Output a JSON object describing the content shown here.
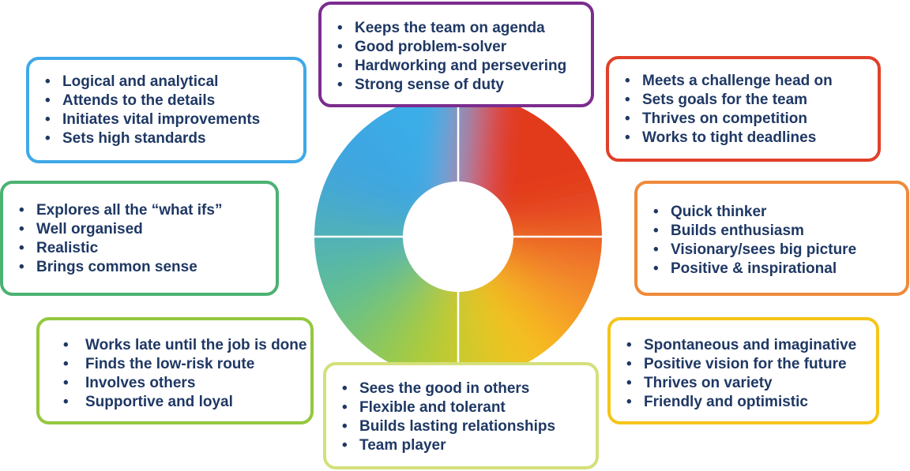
{
  "wheel": {
    "colors": {
      "top_blue": "#38b0ea",
      "top_red": "#e23a1f",
      "right_orange": "#f3862d",
      "bottom_yellow": "#f8c51c",
      "bottom_lime": "#a7cc3a",
      "left_green": "#62c08d",
      "left_blue": "#3fa3e0",
      "divider": "#ffffff"
    }
  },
  "boxes": {
    "top": {
      "items": [
        "Keeps the team on agenda",
        "Good problem-solver",
        "Hardworking and persevering",
        "Strong sense of duty"
      ],
      "color": "#7b2d8e"
    },
    "blue": {
      "items": [
        "Logical and analytical",
        "Attends to the details",
        "Initiates vital improvements",
        "Sets high standards"
      ],
      "color": "#3fa9e8"
    },
    "red": {
      "items": [
        "Meets a challenge head on",
        "Sets goals for the team",
        "Thrives on competition",
        "Works to tight deadlines"
      ],
      "color": "#e0402a"
    },
    "green": {
      "items": [
        "Explores all the “what ifs”",
        "Well organised",
        "Realistic",
        "Brings common sense"
      ],
      "color": "#4bb272"
    },
    "orange": {
      "items": [
        "Quick thinker",
        "Builds enthusiasm",
        "Visionary/sees big picture",
        "Positive & inspirational"
      ],
      "color": "#ef8a3b"
    },
    "lime": {
      "items": [
        "Works late until the job is done",
        "Finds the low-risk route",
        "Involves others",
        "Supportive and loyal"
      ],
      "color": "#94c83e"
    },
    "yellow": {
      "items": [
        "Spontaneous and imaginative",
        "Positive vision for the future",
        "Thrives on variety",
        "Friendly and optimistic"
      ],
      "color": "#f5c518"
    },
    "bottom": {
      "items": [
        "Sees the good in others",
        "Flexible and tolerant",
        "Builds lasting relationships",
        "Team player"
      ],
      "color": "#d4e07a"
    }
  }
}
